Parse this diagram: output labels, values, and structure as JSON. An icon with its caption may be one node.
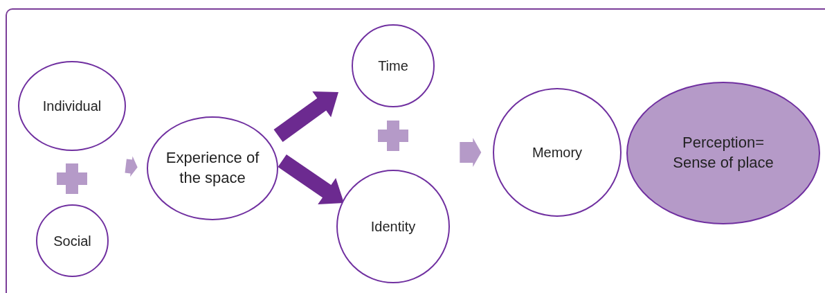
{
  "diagram": {
    "nodes": [
      {
        "text": [
          "Individual"
        ]
      },
      {
        "text": [
          "Social"
        ]
      },
      {
        "text": [
          "Experience of the space"
        ]
      },
      {
        "text": [
          "Time"
        ]
      },
      {
        "text": [
          "Identity"
        ]
      },
      {
        "text": [
          "Memory"
        ]
      },
      {
        "text": [
          "Perception= Sense of place"
        ]
      }
    ],
    "edges": [
      {
        "from": null,
        "to": 2,
        "arrow": "to",
        "style": "thick"
      },
      {
        "from": 2,
        "to": 3,
        "arrow": "to",
        "style": "thick",
        "color": "#6c2a90"
      },
      {
        "from": 2,
        "to": 4,
        "arrow": "to",
        "style": "thick",
        "color": "#6c2a90"
      },
      {
        "from": null,
        "to": 5,
        "arrow": "to",
        "style": "thick"
      }
    ]
  }
}
